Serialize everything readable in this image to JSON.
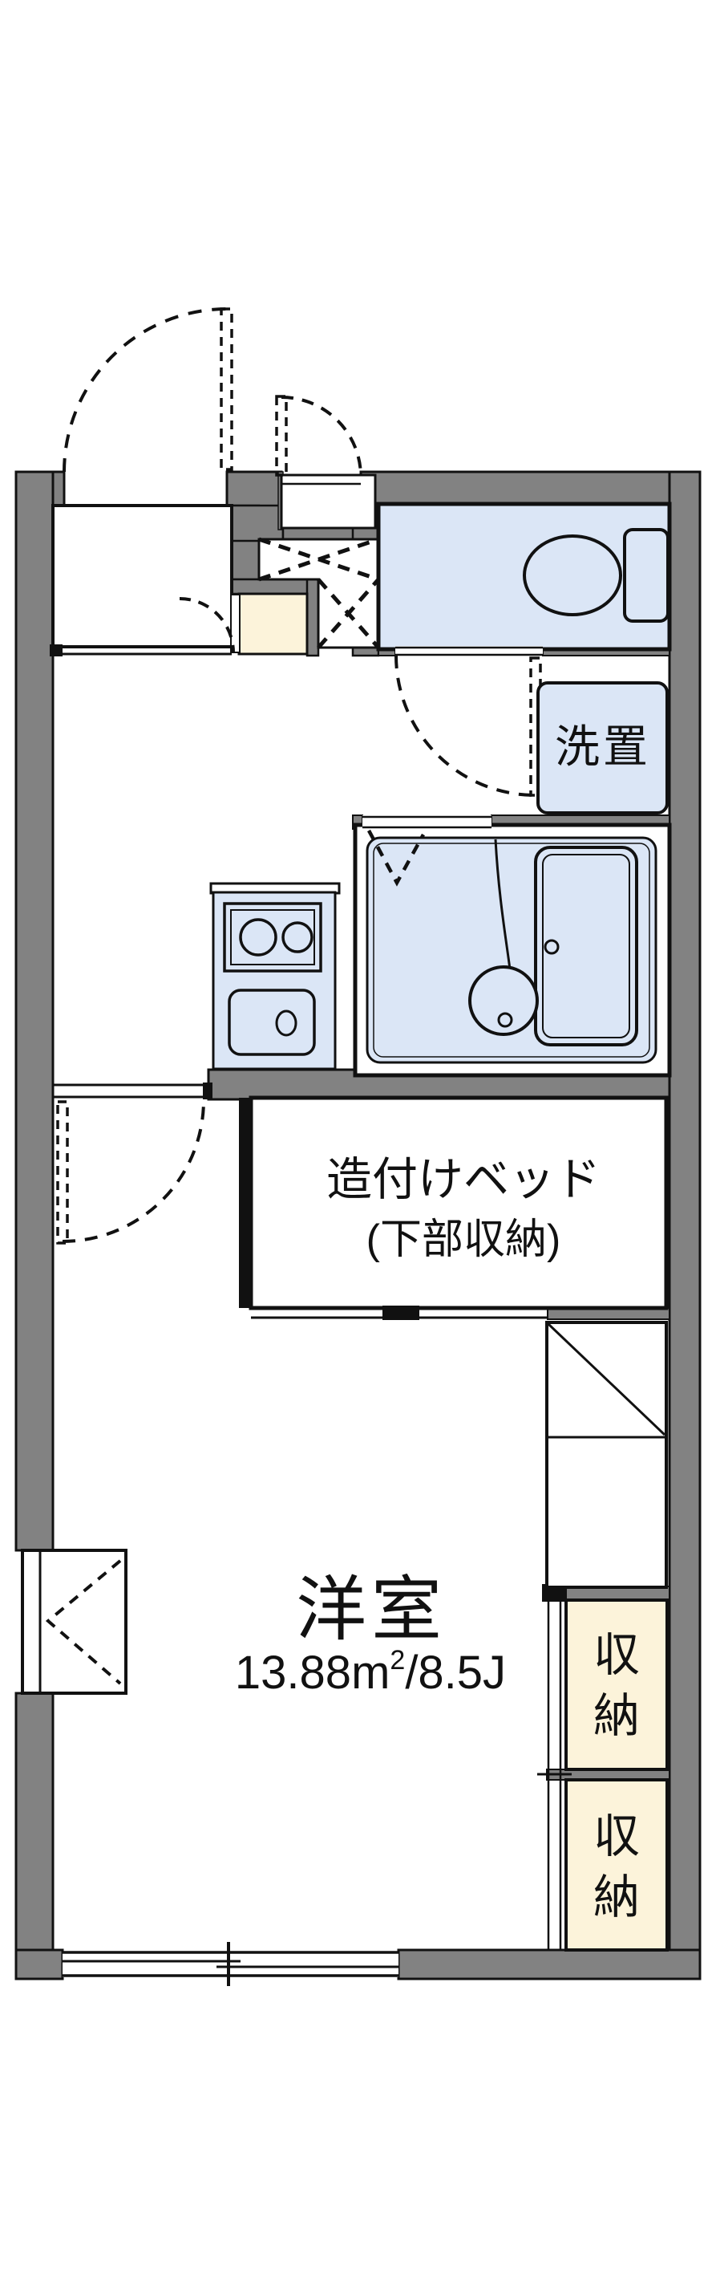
{
  "floorplan": {
    "colors": {
      "wall_gray": "#828282",
      "water_blue": "#dbe6f6",
      "entry_cream": "#fcf3da",
      "line_black": "#111111"
    },
    "labels": {
      "washer_space": "洗置",
      "bed_line1": "造付けベッド",
      "bed_line2": "(下部収納)",
      "room_name": "洋室",
      "area_main": "13.88m",
      "area_sup": "2",
      "area_suffix": "/8.5J",
      "storage_top": {
        "c1": "収",
        "c2": "納"
      },
      "storage_bottom": {
        "c1": "収",
        "c2": "納"
      }
    }
  }
}
